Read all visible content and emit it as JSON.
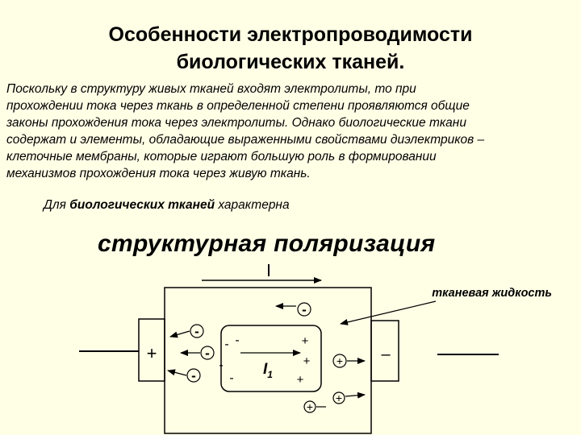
{
  "title": {
    "line1": "Особенности электропроводимости",
    "line2": "биологических тканей."
  },
  "paragraph": {
    "lines": [
      "Поскольку в структуру живых тканей входят электролиты, то при",
      "прохождении тока через ткань в определенной степени проявляются общие",
      "законы прохождения тока через электролиты.  Однако биологические ткани",
      "содержат и элементы, обладающие выраженными свойствами диэлектриков –",
      "клеточные мембраны, которые играют большую роль в формировании",
      "механизмов прохождения тока через живую ткань."
    ]
  },
  "intro": {
    "prefix": "Для ",
    "bold": "биологических тканей",
    "suffix": " характерна"
  },
  "heading": "структурная поляризация",
  "diagram": {
    "current_label": "I",
    "fluid_label": "тканевая жидкость",
    "inner_current_label": "I",
    "inner_current_sub": "1",
    "left_electrode_sign": "+",
    "right_electrode_sign": "–",
    "minus_sign": "-",
    "plus_sign": "+"
  }
}
